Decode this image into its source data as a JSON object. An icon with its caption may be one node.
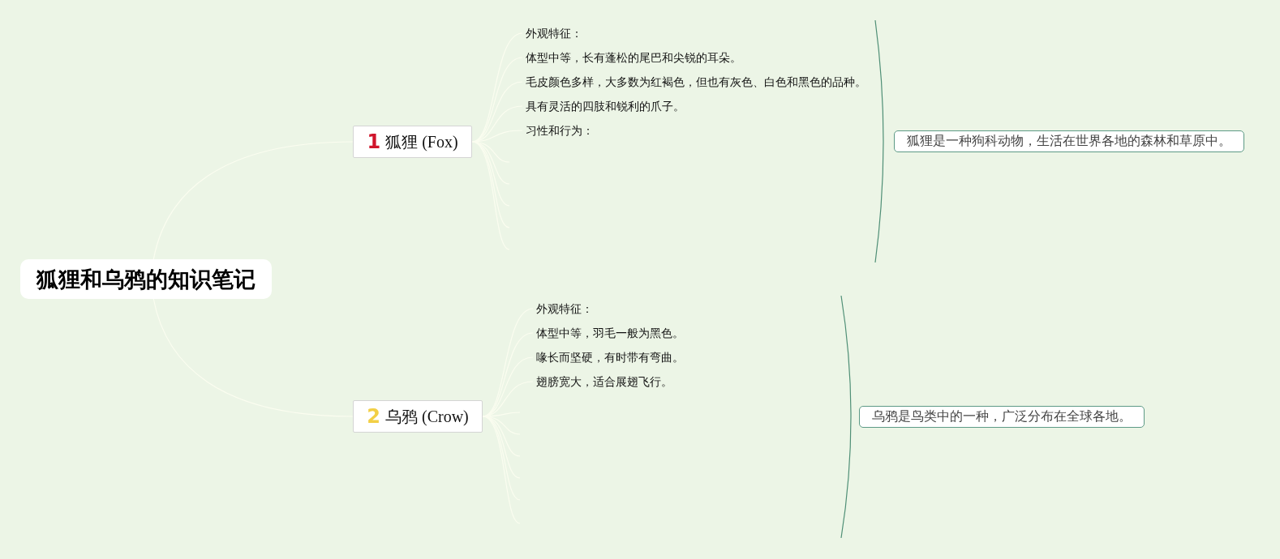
{
  "diagram": {
    "nodes": [
      {
        "text": [
          "狐狸和乌鸦的知识笔记"
        ]
      },
      {
        "text": [
          "1",
          "狐狸 (Fox)"
        ]
      },
      {
        "text": [
          "外观特征："
        ]
      },
      {
        "text": [
          "体型中等，长有蓬松的尾巴和尖锐的耳朵。"
        ]
      },
      {
        "text": [
          "毛皮颜色多样，大多数为红褐色，但也有灰色、白色和黑色的品种。"
        ]
      },
      {
        "text": [
          "具有灵活的四肢和锐利的爪子。"
        ]
      },
      {
        "text": [
          "习性和行为："
        ]
      },
      {
        "text": [
          "狐狸是一种狗科动物，生活在世界各地的森林和草原中。"
        ]
      },
      {
        "text": [
          "2",
          "乌鸦 (Crow)"
        ]
      },
      {
        "text": [
          "外观特征："
        ]
      },
      {
        "text": [
          "体型中等，羽毛一般为黑色。"
        ]
      },
      {
        "text": [
          "喙长而坚硬，有时带有弯曲。"
        ]
      },
      {
        "text": [
          "翅膀宽大，适合展翅飞行。"
        ]
      },
      {
        "text": [
          "乌鸦是鸟类中的一种，广泛分布在全球各地。"
        ]
      }
    ],
    "edges": [
      {
        "from": 0,
        "to": 1,
        "arrow": "none"
      },
      {
        "from": 0,
        "to": 8,
        "arrow": "none"
      },
      {
        "from": 1,
        "to": 2,
        "arrow": "none"
      },
      {
        "from": 1,
        "to": 3,
        "arrow": "none"
      },
      {
        "from": 1,
        "to": 4,
        "arrow": "none"
      },
      {
        "from": 1,
        "to": 5,
        "arrow": "none"
      },
      {
        "from": 1,
        "to": 6,
        "arrow": "none"
      },
      {
        "from": 1,
        "to": null,
        "arrow": "none"
      },
      {
        "from": 1,
        "to": null,
        "arrow": "none"
      },
      {
        "from": 1,
        "to": null,
        "arrow": "none"
      },
      {
        "from": 1,
        "to": null,
        "arrow": "none"
      },
      {
        "from": 1,
        "to": null,
        "arrow": "none"
      },
      {
        "from": 8,
        "to": 9,
        "arrow": "none"
      },
      {
        "from": 8,
        "to": 10,
        "arrow": "none"
      },
      {
        "from": 8,
        "to": 11,
        "arrow": "none"
      },
      {
        "from": 8,
        "to": 12,
        "arrow": "none"
      },
      {
        "from": 8,
        "to": null,
        "arrow": "none"
      },
      {
        "from": 8,
        "to": null,
        "arrow": "none"
      },
      {
        "from": 8,
        "to": null,
        "arrow": "none"
      },
      {
        "from": 8,
        "to": null,
        "arrow": "none"
      },
      {
        "from": 8,
        "to": null,
        "arrow": "none"
      },
      {
        "from": 8,
        "to": null,
        "arrow": "none"
      }
    ]
  }
}
